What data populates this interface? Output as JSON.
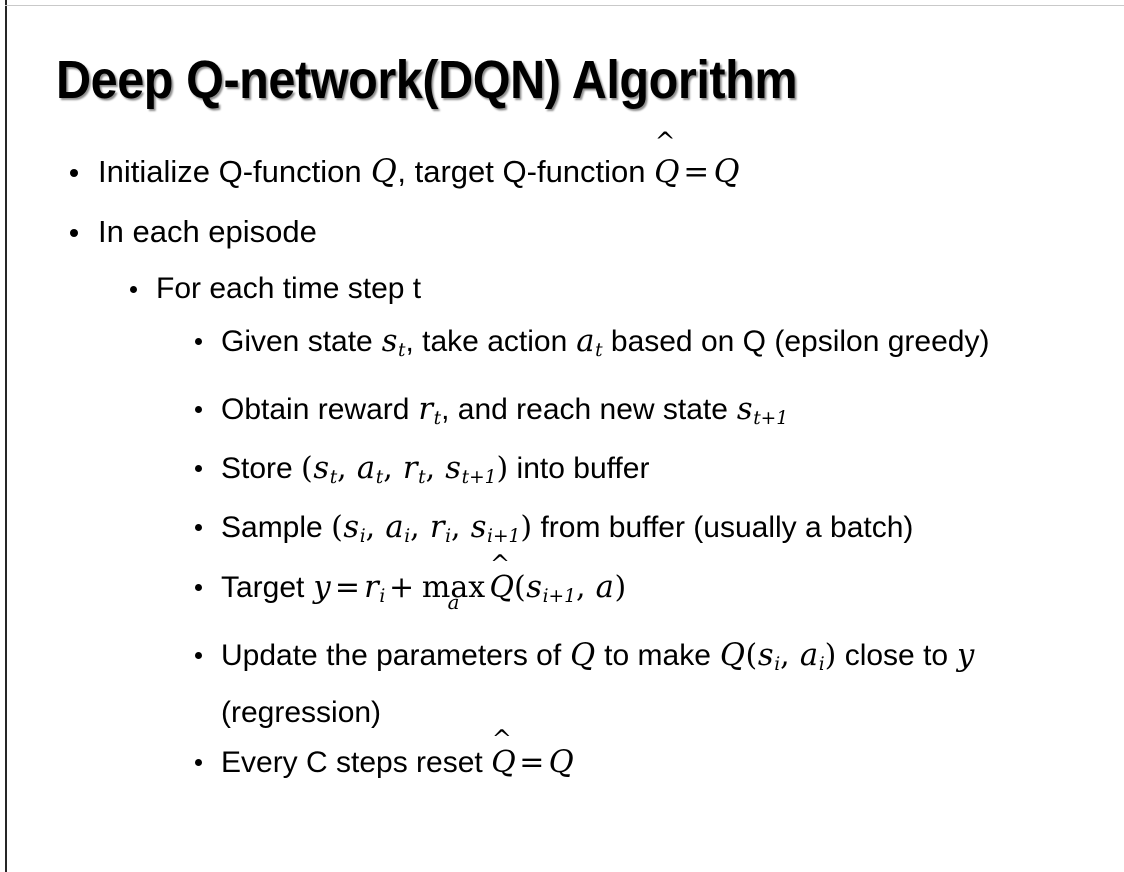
{
  "slide": {
    "title": "Deep Q-network(DQN) Algorithm",
    "background_color": "#ffffff",
    "text_color": "#000000",
    "frame_line_color": "#262626"
  },
  "bullets": {
    "b1": {
      "level": 1,
      "text_1": "Initialize Q-function ",
      "math_Q1": "Q",
      "text_2": ", target Q-function ",
      "math_Qhat": "Q",
      "hat": "^",
      "math_eq": "=",
      "math_Q2": "Q"
    },
    "b2": {
      "level": 1,
      "text": "In each episode"
    },
    "b3": {
      "level": 2,
      "text": "For each time step t"
    },
    "b4": {
      "level": 3,
      "text_1": "Given state ",
      "math_s": "s",
      "sub_s": "t",
      "text_2": ", take action ",
      "math_a": "a",
      "sub_a": "t",
      "text_3": " based on Q (epsilon greedy)"
    },
    "b5": {
      "level": 3,
      "text_1": "Obtain reward ",
      "math_r": "r",
      "sub_r": "t",
      "text_2": ", and reach new state ",
      "math_s": "s",
      "sub_s": "t+1"
    },
    "b6": {
      "level": 3,
      "text_1": "Store ",
      "open": "(",
      "math_s1": "s",
      "sub_s1": "t",
      "comma1": ", ",
      "math_a": "a",
      "sub_a": "t",
      "comma2": ", ",
      "math_r": "r",
      "sub_r": "t",
      "comma3": ", ",
      "math_s2": "s",
      "sub_s2": "t+1",
      "close": ")",
      "text_2": " into buffer"
    },
    "b7": {
      "level": 3,
      "text_1": "Sample ",
      "open": "(",
      "math_s1": "s",
      "sub_s1": "i",
      "comma1": ", ",
      "math_a": "a",
      "sub_a": "i",
      "comma2": ", ",
      "math_r": "r",
      "sub_r": "i",
      "comma3": ", ",
      "math_s2": "s",
      "sub_s2": "i+1",
      "close": ")",
      "text_2": " from buffer (usually a batch)"
    },
    "b8": {
      "level": 3,
      "text_1": "Target ",
      "math_y": "y",
      "math_eq": "=",
      "math_r": "r",
      "sub_r": "i",
      "math_plus": "+",
      "op_max": "max",
      "op_max_limit": "a",
      "math_Qhat": "Q",
      "hat": "^",
      "open": "(",
      "math_s": "s",
      "sub_s": "i+1",
      "comma": ", ",
      "math_a": "a",
      "close": ")"
    },
    "b9": {
      "level": 3,
      "text_1": "Update the parameters of ",
      "math_Q1": "Q",
      "text_2": " to make ",
      "math_Q2": "Q",
      "open": "(",
      "math_s": "s",
      "sub_s": "i",
      "comma": ", ",
      "math_a": "a",
      "sub_a": "i",
      "close": ")",
      "text_3": " close to ",
      "math_y": "y",
      "text_4": " (regression)"
    },
    "b10": {
      "level": 3,
      "text_1": "Every C steps reset ",
      "math_Qhat": "Q",
      "hat": "^",
      "math_eq": "=",
      "math_Q": "Q"
    }
  }
}
